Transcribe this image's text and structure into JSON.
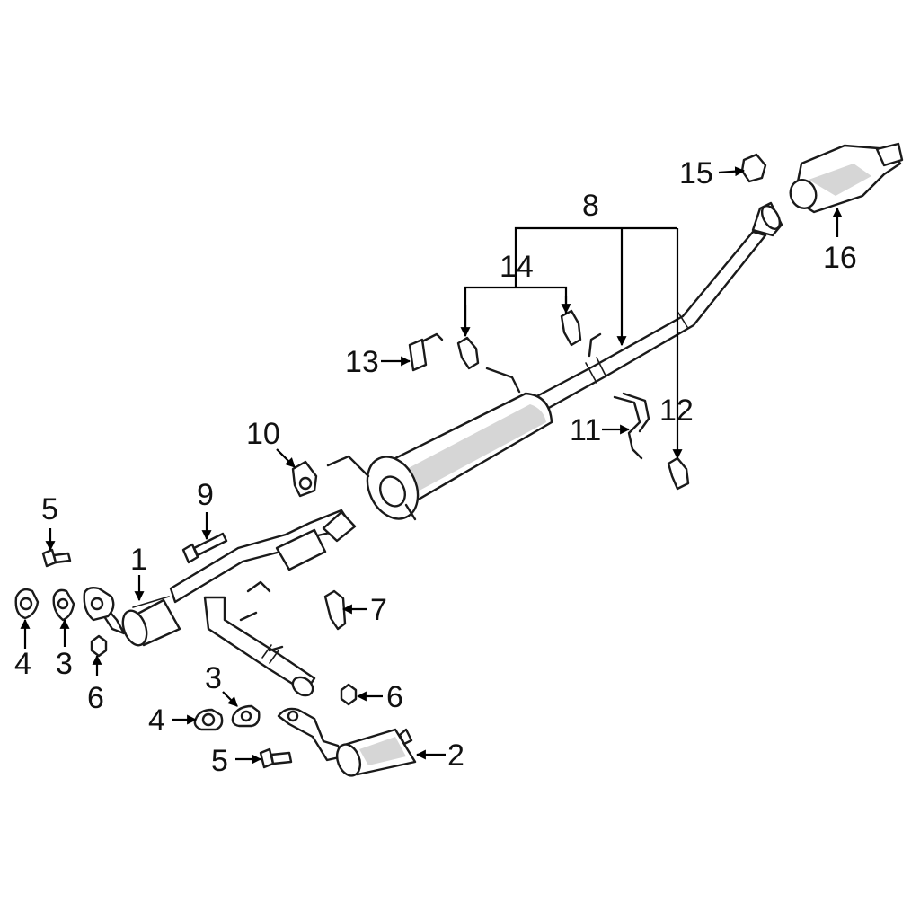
{
  "callouts": {
    "c1": "1",
    "c2": "2",
    "c3a": "3",
    "c3b": "3",
    "c4a": "4",
    "c4b": "4",
    "c5a": "5",
    "c5b": "5",
    "c6a": "6",
    "c6b": "6",
    "c7": "7",
    "c8": "8",
    "c9": "9",
    "c10": "10",
    "c11": "11",
    "c12": "12",
    "c13": "13",
    "c14": "14",
    "c15": "15",
    "c16": "16"
  }
}
